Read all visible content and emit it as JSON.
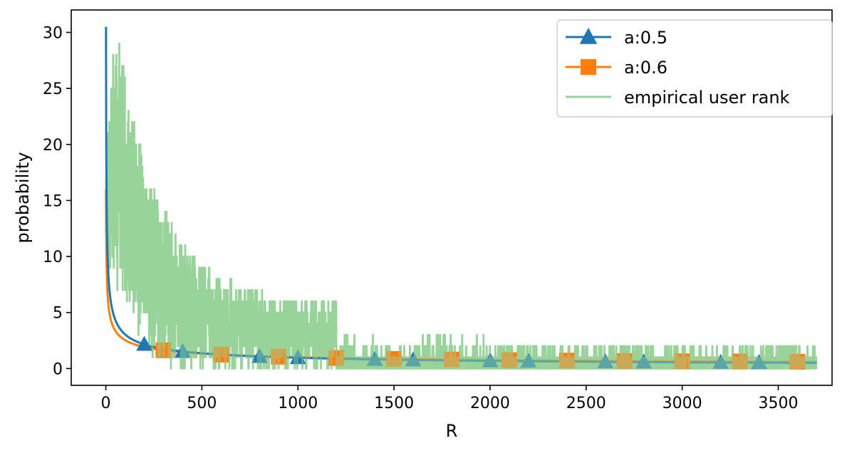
{
  "chart_data": {
    "type": "line",
    "title": "",
    "xlabel": "R",
    "ylabel": "probability",
    "xlim": [
      -180,
      3780
    ],
    "ylim": [
      -1.5,
      32
    ],
    "xticks": [
      0,
      500,
      1000,
      1500,
      2000,
      2500,
      3000,
      3500
    ],
    "yticks": [
      0,
      5,
      10,
      15,
      20,
      25,
      30
    ],
    "grid": false,
    "legend_position": "top-right",
    "series": [
      {
        "name": "a:0.5",
        "color": "#1f77b4",
        "marker": "triangle",
        "model": "power-law",
        "coefficient": 30.5,
        "exponent": 0.5,
        "x_range": [
          1,
          3700
        ],
        "marker_x": [
          200,
          400,
          800,
          1000,
          1400,
          1600,
          2000,
          2200,
          2600,
          2800,
          3200,
          3400
        ]
      },
      {
        "name": "a:0.6",
        "color": "#ff7f0e",
        "marker": "square",
        "model": "power-law",
        "coefficient": 16,
        "exponent": 0.4,
        "x_range": [
          1,
          3700
        ],
        "marker_x": [
          300,
          600,
          900,
          1200,
          1500,
          1800,
          2100,
          2400,
          2700,
          3000,
          3300,
          3600
        ]
      },
      {
        "name": "empirical user rank",
        "color": "#98d39a",
        "marker": "none",
        "model": "noisy-decay",
        "x_range": [
          1,
          3700
        ],
        "peak": 29,
        "envelope": [
          {
            "x": 0,
            "max": 18,
            "min": 4
          },
          {
            "x": 30,
            "max": 28,
            "min": 8
          },
          {
            "x": 70,
            "max": 29,
            "min": 7
          },
          {
            "x": 150,
            "max": 22,
            "min": 4
          },
          {
            "x": 250,
            "max": 16,
            "min": 1
          },
          {
            "x": 400,
            "max": 11,
            "min": 0
          },
          {
            "x": 600,
            "max": 8,
            "min": 0
          },
          {
            "x": 900,
            "max": 6,
            "min": 0
          },
          {
            "x": 1200,
            "max": 6,
            "min": 0
          },
          {
            "x": 1600,
            "max": 3,
            "min": 0
          },
          {
            "x": 2000,
            "max": 2,
            "min": 0
          },
          {
            "x": 2500,
            "max": 2,
            "min": 0
          },
          {
            "x": 3000,
            "max": 2,
            "min": 0
          },
          {
            "x": 3700,
            "max": 1,
            "min": 0
          }
        ]
      }
    ]
  }
}
